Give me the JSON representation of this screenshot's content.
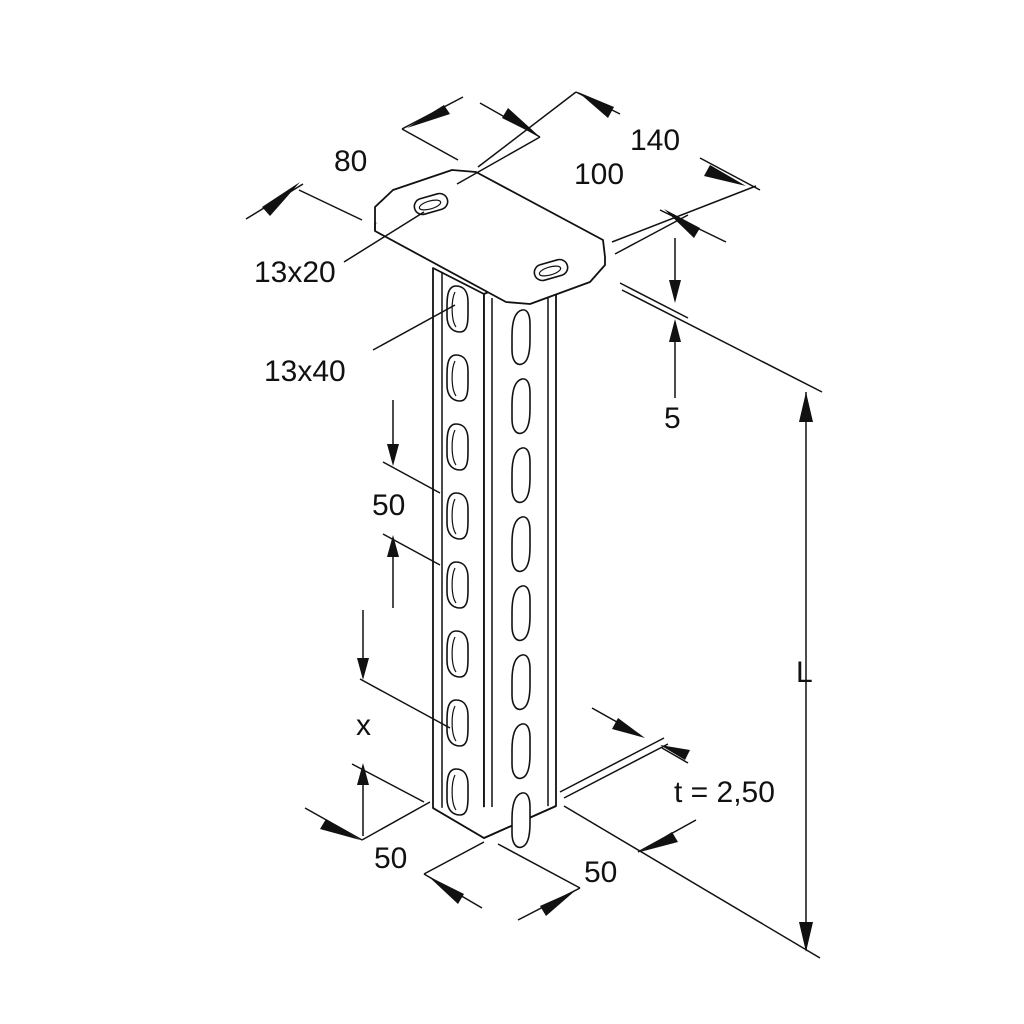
{
  "dimensions": {
    "plate_depth": "80",
    "plate_length": "140",
    "hole_spacing": "100",
    "plate_hole": "13x20",
    "profile_slot": "13x40",
    "plate_thickness": "5",
    "slot_pitch": "50",
    "slot_offset": "x",
    "length": "L",
    "wall_thickness": "t = 2,50",
    "profile_width_left": "50",
    "profile_width_right": "50"
  },
  "colors": {
    "line": "#111111",
    "background": "#ffffff"
  }
}
